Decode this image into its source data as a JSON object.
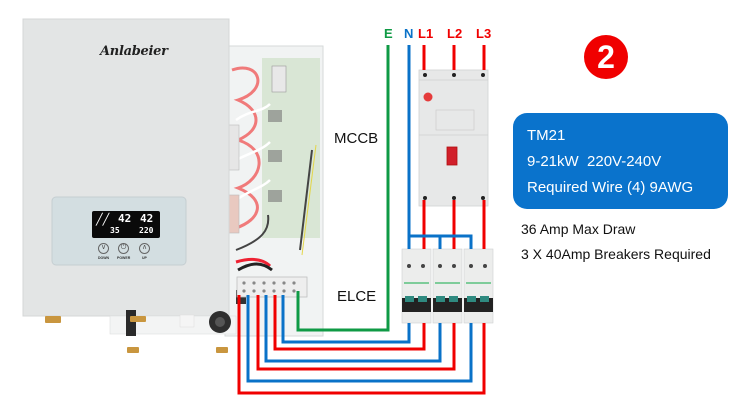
{
  "badge": {
    "number": "2"
  },
  "terminals": [
    {
      "id": "E",
      "label": "E",
      "color": "#0f9a45"
    },
    {
      "id": "N",
      "label": "N",
      "color": "#0a72c8"
    },
    {
      "id": "L1",
      "label": "L1",
      "color": "#f00000"
    },
    {
      "id": "L2",
      "label": "L2",
      "color": "#f00000"
    },
    {
      "id": "L3",
      "label": "L3",
      "color": "#f00000"
    }
  ],
  "components": {
    "mccb_label": "MCCB",
    "elce_label": "ELCE"
  },
  "spec_box": {
    "model": "TM21",
    "power_voltage": "9-21kW  220V-240V",
    "wire": "Required Wire (4) 9AWG",
    "color": "#0a73cc"
  },
  "notes": {
    "max_draw": "36 Amp Max Draw",
    "breakers": "3 X 40Amp Breakers Required"
  },
  "heater": {
    "brand": "Anlabeier",
    "display": {
      "flow_temp": "42",
      "set_temp": "42",
      "inlet_temp": "35",
      "voltage": "220"
    },
    "buttons": [
      {
        "label": "DOWN",
        "icon": "chevron-down"
      },
      {
        "label": "POWER",
        "icon": "power"
      },
      {
        "label": "UP",
        "icon": "chevron-up"
      }
    ]
  },
  "wire_colors": {
    "line": "#f00000",
    "neutral": "#0a72c8",
    "earth": "#0f9a45"
  }
}
